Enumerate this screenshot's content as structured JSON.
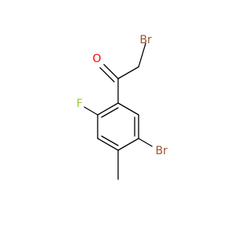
{
  "molecule": {
    "atoms": {
      "br_top": {
        "label": "Br",
        "color": "#a0522d"
      },
      "o": {
        "label": "O",
        "color": "#ff0000"
      },
      "f": {
        "label": "F",
        "color": "#9acd32"
      },
      "br_ring": {
        "label": "Br",
        "color": "#a0522d"
      }
    },
    "bond_color": "#000000"
  }
}
